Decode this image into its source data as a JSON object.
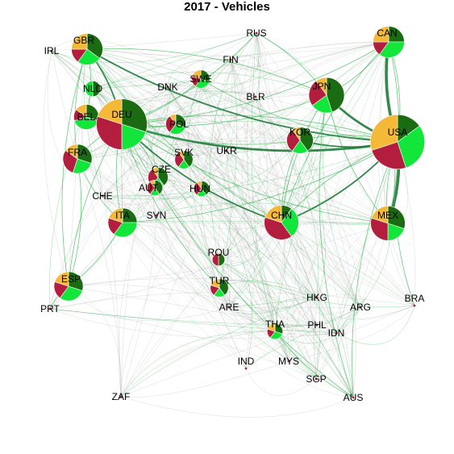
{
  "title": "2017 - Vehicles",
  "colors": {
    "slice_a": "#1a6b12",
    "slice_b": "#12e63a",
    "slice_c": "#b31e3f",
    "slice_d": "#f5b93a",
    "edge_green": "#2db34a",
    "edge_dark": "#1f7a3a",
    "edge_grey": "#9a9a9a"
  },
  "nodes": [
    {
      "id": "GBR",
      "label": "GBR",
      "size": 1.2,
      "shares": [
        0.35,
        0.25,
        0.15,
        0.25
      ]
    },
    {
      "id": "IRL",
      "label": "IRL",
      "size": 0.1,
      "shares": []
    },
    {
      "id": "RUS",
      "label": "RUS",
      "size": 0.1,
      "shares": []
    },
    {
      "id": "CAN",
      "label": "CAN",
      "size": 1.2,
      "shares": [
        0.25,
        0.35,
        0.15,
        0.25
      ]
    },
    {
      "id": "FIN",
      "label": "FIN",
      "size": 0.0,
      "shares": []
    },
    {
      "id": "NLD",
      "label": "NLD",
      "size": 0.2,
      "shares": [
        0.5,
        0.5,
        0,
        0
      ]
    },
    {
      "id": "DNK",
      "label": "DNK",
      "size": 0.0,
      "shares": []
    },
    {
      "id": "SWE",
      "label": "SWE",
      "size": 0.3,
      "shares": [
        0.3,
        0.3,
        0.2,
        0.2
      ]
    },
    {
      "id": "BLR",
      "label": "BLR",
      "size": 0.0,
      "shares": []
    },
    {
      "id": "JPN",
      "label": "JPN",
      "size": 1.6,
      "shares": [
        0.45,
        0.2,
        0.25,
        0.1
      ]
    },
    {
      "id": "BEL",
      "label": "BEL",
      "size": 0.7,
      "shares": [
        0.3,
        0.4,
        0.15,
        0.15
      ]
    },
    {
      "id": "DEU",
      "label": "DEU",
      "size": 3.6,
      "shares": [
        0.3,
        0.2,
        0.3,
        0.2
      ]
    },
    {
      "id": "POL",
      "label": "POL",
      "size": 0.4,
      "shares": [
        0.3,
        0.3,
        0.3,
        0.1
      ]
    },
    {
      "id": "KOR",
      "label": "KOR",
      "size": 0.8,
      "shares": [
        0.4,
        0.2,
        0.3,
        0.1
      ]
    },
    {
      "id": "USA",
      "label": "USA",
      "size": 4.2,
      "shares": [
        0.15,
        0.3,
        0.25,
        0.3
      ]
    },
    {
      "id": "FRA",
      "label": "FRA",
      "size": 1.0,
      "shares": [
        0.3,
        0.25,
        0.3,
        0.15
      ]
    },
    {
      "id": "SVK",
      "label": "SVK",
      "size": 0.3,
      "shares": [
        0.4,
        0.2,
        0.3,
        0.1
      ]
    },
    {
      "id": "UKR",
      "label": "UKR",
      "size": 0.0,
      "shares": []
    },
    {
      "id": "CZE",
      "label": "CZE",
      "size": 0.4,
      "shares": [
        0.4,
        0.2,
        0.3,
        0.1
      ]
    },
    {
      "id": "AUT",
      "label": "AUT",
      "size": 0.2,
      "shares": [
        0.4,
        0.2,
        0.3,
        0.1
      ]
    },
    {
      "id": "HUN",
      "label": "HUN",
      "size": 0.2,
      "shares": [
        0.4,
        0.2,
        0.3,
        0.1
      ]
    },
    {
      "id": "CHE",
      "label": "CHE",
      "size": 0.0,
      "shares": []
    },
    {
      "id": "ITA",
      "label": "ITA",
      "size": 1.0,
      "shares": [
        0.25,
        0.35,
        0.2,
        0.2
      ]
    },
    {
      "id": "SVN",
      "label": "SVN",
      "size": 0.0,
      "shares": []
    },
    {
      "id": "CHN",
      "label": "CHN",
      "size": 1.5,
      "shares": [
        0.1,
        0.3,
        0.4,
        0.2
      ]
    },
    {
      "id": "MEX",
      "label": "MEX",
      "size": 1.5,
      "shares": [
        0.3,
        0.2,
        0.3,
        0.2
      ]
    },
    {
      "id": "ROU",
      "label": "ROU",
      "size": 0.1,
      "shares": [
        0.5,
        0,
        0.5,
        0
      ]
    },
    {
      "id": "ESP",
      "label": "ESP",
      "size": 1.0,
      "shares": [
        0.3,
        0.3,
        0.2,
        0.2
      ]
    },
    {
      "id": "TUR",
      "label": "TUR",
      "size": 0.3,
      "shares": [
        0.4,
        0.2,
        0.2,
        0.2
      ]
    },
    {
      "id": "HKG",
      "label": "HKG",
      "size": 0.0,
      "shares": []
    },
    {
      "id": "BRA",
      "label": "BRA",
      "size": 0.1,
      "shares": []
    },
    {
      "id": "PRT",
      "label": "PRT",
      "size": 0.1,
      "shares": []
    },
    {
      "id": "ARE",
      "label": "ARE",
      "size": 0.1,
      "shares": []
    },
    {
      "id": "ARG",
      "label": "ARG",
      "size": 0.0,
      "shares": []
    },
    {
      "id": "THA",
      "label": "THA",
      "size": 0.2,
      "shares": [
        0.3,
        0.3,
        0.2,
        0.2
      ]
    },
    {
      "id": "PHL",
      "label": "PHL",
      "size": 0.0,
      "shares": []
    },
    {
      "id": "IDN",
      "label": "IDN",
      "size": 0.0,
      "shares": []
    },
    {
      "id": "IND",
      "label": "IND",
      "size": 0.1,
      "shares": []
    },
    {
      "id": "MYS",
      "label": "MYS",
      "size": 0.0,
      "shares": []
    },
    {
      "id": "SGP",
      "label": "SGP",
      "size": 0.0,
      "shares": []
    },
    {
      "id": "ZAF",
      "label": "ZAF",
      "size": 0.1,
      "shares": []
    },
    {
      "id": "AUS",
      "label": "AUS",
      "size": 0.1,
      "shares": []
    }
  ],
  "edges": [
    {
      "from": "DEU",
      "to": "USA",
      "weight": 3
    },
    {
      "from": "JPN",
      "to": "USA",
      "weight": 3
    },
    {
      "from": "MEX",
      "to": "USA",
      "weight": 4
    },
    {
      "from": "CAN",
      "to": "USA",
      "weight": 4
    },
    {
      "from": "KOR",
      "to": "USA",
      "weight": 2
    },
    {
      "from": "CHN",
      "to": "USA",
      "weight": 2
    },
    {
      "from": "GBR",
      "to": "USA",
      "weight": 2
    },
    {
      "from": "DEU",
      "to": "GBR",
      "weight": 2
    },
    {
      "from": "DEU",
      "to": "CHN",
      "weight": 2
    },
    {
      "from": "DEU",
      "to": "FRA",
      "weight": 1.5
    },
    {
      "from": "DEU",
      "to": "ITA",
      "weight": 1.5
    },
    {
      "from": "DEU",
      "to": "ESP",
      "weight": 1
    },
    {
      "from": "DEU",
      "to": "BEL",
      "weight": 1
    },
    {
      "from": "DEU",
      "to": "JPN",
      "weight": 1
    },
    {
      "from": "DEU",
      "to": "NLD",
      "weight": 1
    },
    {
      "from": "DEU",
      "to": "SWE",
      "weight": 1
    },
    {
      "from": "DEU",
      "to": "POL",
      "weight": 1
    },
    {
      "from": "DEU",
      "to": "CAN",
      "weight": 1
    },
    {
      "from": "DEU",
      "to": "KOR",
      "weight": 1
    },
    {
      "from": "DEU",
      "to": "TUR",
      "weight": 1
    },
    {
      "from": "DEU",
      "to": "AUS",
      "weight": 1
    },
    {
      "from": "DEU",
      "to": "MEX",
      "weight": 1
    },
    {
      "from": "DEU",
      "to": "RUS",
      "weight": 1
    },
    {
      "from": "JPN",
      "to": "CHN",
      "weight": 1.5
    },
    {
      "from": "JPN",
      "to": "AUS",
      "weight": 1
    },
    {
      "from": "JPN",
      "to": "GBR",
      "weight": 1
    },
    {
      "from": "JPN",
      "to": "CAN",
      "weight": 1
    },
    {
      "from": "JPN",
      "to": "RUS",
      "weight": 1
    },
    {
      "from": "JPN",
      "to": "MEX",
      "weight": 1
    },
    {
      "from": "USA",
      "to": "CHN",
      "weight": 1.5
    },
    {
      "from": "USA",
      "to": "CAN",
      "weight": 1.5
    },
    {
      "from": "USA",
      "to": "MEX",
      "weight": 1.5
    },
    {
      "from": "USA",
      "to": "DEU",
      "weight": 1
    },
    {
      "from": "USA",
      "to": "KOR",
      "weight": 1
    },
    {
      "from": "USA",
      "to": "AUS",
      "weight": 1
    },
    {
      "from": "USA",
      "to": "BRA",
      "weight": 1
    },
    {
      "from": "GBR",
      "to": "FRA",
      "weight": 1
    },
    {
      "from": "GBR",
      "to": "ESP",
      "weight": 1
    },
    {
      "from": "GBR",
      "to": "CHN",
      "weight": 1
    },
    {
      "from": "ESP",
      "to": "FRA",
      "weight": 1
    },
    {
      "from": "ESP",
      "to": "ITA",
      "weight": 1
    },
    {
      "from": "ESP",
      "to": "PRT",
      "weight": 1
    },
    {
      "from": "FRA",
      "to": "ITA",
      "weight": 1
    },
    {
      "from": "CAN",
      "to": "CHN",
      "weight": 1
    },
    {
      "from": "KOR",
      "to": "CHN",
      "weight": 1
    },
    {
      "from": "MEX",
      "to": "CAN",
      "weight": 1
    },
    {
      "from": "THA",
      "to": "AUS",
      "weight": 1
    },
    {
      "from": "SWE",
      "to": "USA",
      "weight": 1
    },
    {
      "from": "ITA",
      "to": "USA",
      "weight": 1
    },
    {
      "from": "CZE",
      "to": "DEU",
      "weight": 1
    },
    {
      "from": "SVK",
      "to": "DEU",
      "weight": 1
    },
    {
      "from": "BEL",
      "to": "GBR",
      "weight": 1
    }
  ]
}
